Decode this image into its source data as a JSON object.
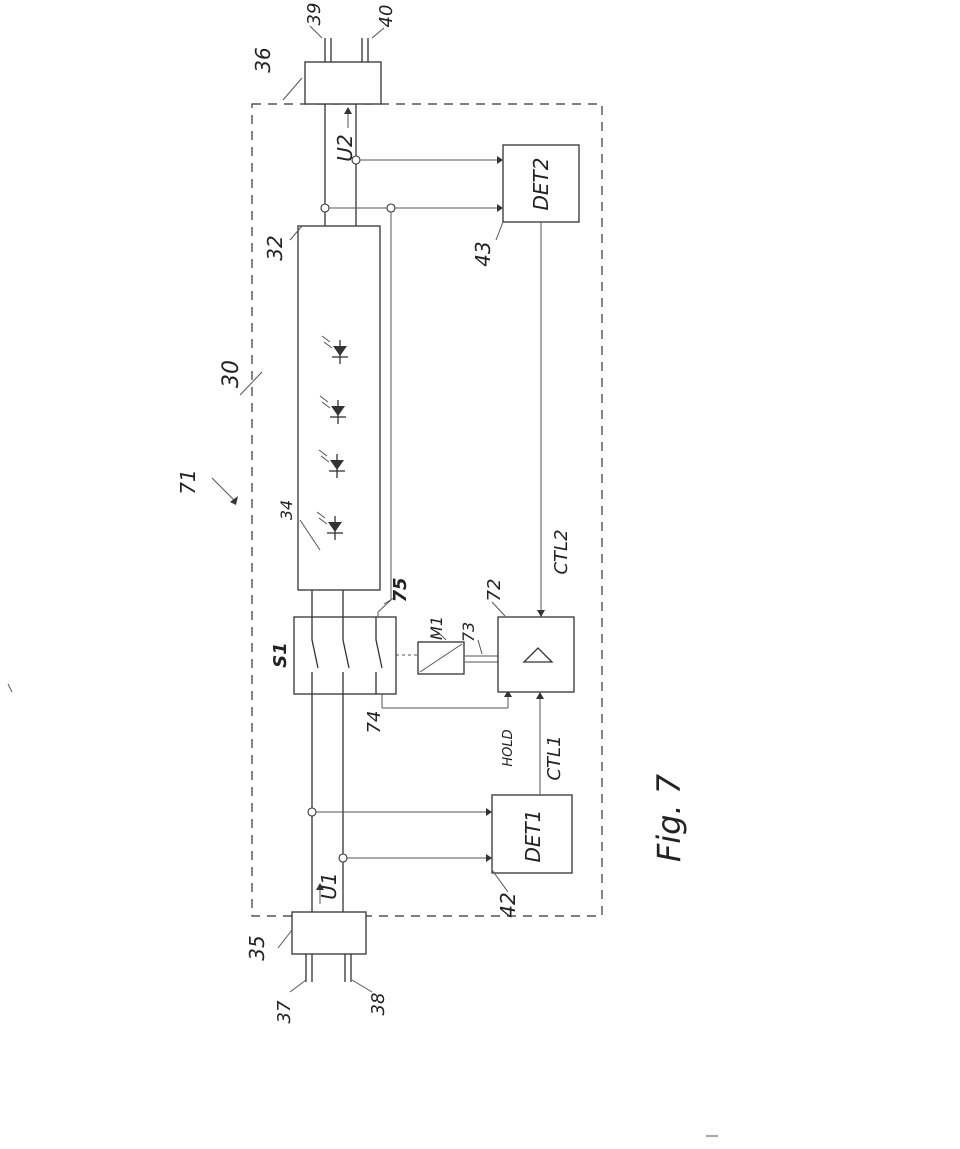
{
  "refs": {
    "r71": "71",
    "r30": "30",
    "r32": "32",
    "r34": "34",
    "r35": "35",
    "r36": "36",
    "r37": "37",
    "r38": "38",
    "r39": "39",
    "r40": "40",
    "r42": "42",
    "r43": "43",
    "r72": "72",
    "r73": "73",
    "r74": "74",
    "r75": "75"
  },
  "labels": {
    "u1": "U1",
    "u2": "U2",
    "switch": "S1",
    "motor": "M1",
    "det1": "DET1",
    "det2": "DET2",
    "ctl1": "CTL1",
    "ctl2": "CTL2",
    "hold": "HOLD",
    "figure": "Fig. 7"
  }
}
